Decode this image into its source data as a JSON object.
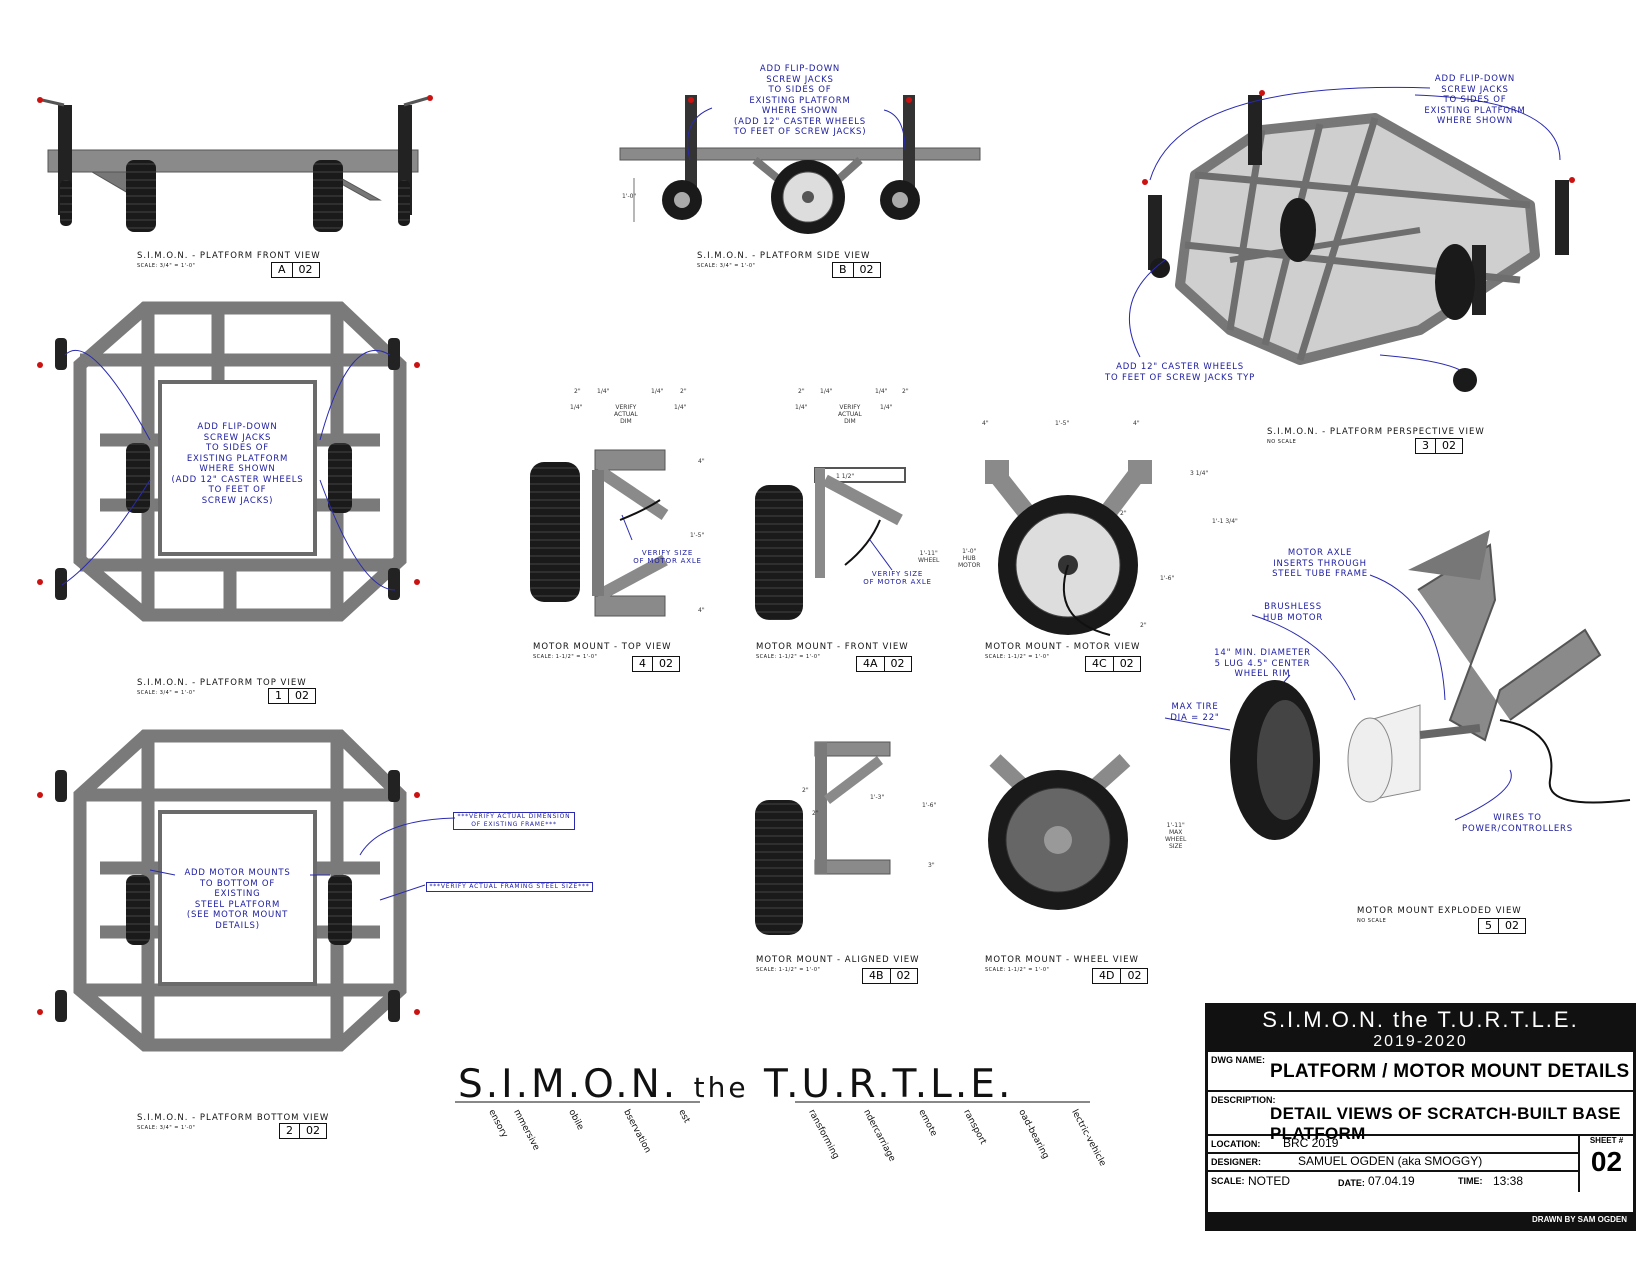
{
  "views": {
    "A": {
      "title": "S.I.M.O.N. - PLATFORM FRONT VIEW",
      "scale": "SCALE: 3/4\" = 1'-0\"",
      "ref": "A",
      "sheet": "02"
    },
    "B": {
      "title": "S.I.M.O.N. - PLATFORM SIDE VIEW",
      "scale": "SCALE: 3/4\" = 1'-0\"",
      "ref": "B",
      "sheet": "02"
    },
    "V3": {
      "title": "S.I.M.O.N. - PLATFORM PERSPECTIVE VIEW",
      "scale": "NO SCALE",
      "ref": "3",
      "sheet": "02"
    },
    "V1": {
      "title": "S.I.M.O.N. - PLATFORM TOP VIEW",
      "scale": "SCALE: 3/4\" = 1'-0\"",
      "ref": "1",
      "sheet": "02"
    },
    "V2": {
      "title": "S.I.M.O.N. - PLATFORM BOTTOM VIEW",
      "scale": "SCALE: 3/4\" = 1'-0\"",
      "ref": "2",
      "sheet": "02"
    },
    "V4": {
      "title": "MOTOR MOUNT - TOP VIEW",
      "scale": "SCALE: 1-1/2\" = 1'-0\"",
      "ref": "4",
      "sheet": "02"
    },
    "V4A": {
      "title": "MOTOR MOUNT - FRONT VIEW",
      "scale": "SCALE: 1-1/2\" = 1'-0\"",
      "ref": "4A",
      "sheet": "02"
    },
    "V4C": {
      "title": "MOTOR MOUNT - MOTOR VIEW",
      "scale": "SCALE: 1-1/2\" = 1'-0\"",
      "ref": "4C",
      "sheet": "02"
    },
    "V4B": {
      "title": "MOTOR MOUNT - ALIGNED VIEW",
      "scale": "SCALE: 1-1/2\" = 1'-0\"",
      "ref": "4B",
      "sheet": "02"
    },
    "V4D": {
      "title": "MOTOR MOUNT - WHEEL VIEW",
      "scale": "SCALE: 1-1/2\" = 1'-0\"",
      "ref": "4D",
      "sheet": "02"
    },
    "V5": {
      "title": "MOTOR MOUNT EXPLODED VIEW",
      "scale": "NO SCALE",
      "ref": "5",
      "sheet": "02"
    }
  },
  "notes": {
    "side_jacks": "ADD FLIP-DOWN\nSCREW JACKS\nTO SIDES OF\nEXISTING PLATFORM\nWHERE SHOWN\n(ADD 12\" CASTER WHEELS\nTO FEET OF SCREW JACKS)",
    "persp_jacks": "ADD FLIP-DOWN\nSCREW JACKS\nTO SIDES OF\nEXISTING PLATFORM\nWHERE SHOWN",
    "persp_caster": "ADD 12\" CASTER WHEELS\nTO FEET OF SCREW JACKS TYP",
    "top_jacks": "ADD FLIP-DOWN\nSCREW JACKS\nTO SIDES OF\nEXISTING PLATFORM\nWHERE SHOWN\n(ADD 12\" CASTER WHEELS\nTO FEET OF\nSCREW JACKS)",
    "bottom_mounts": "ADD MOTOR MOUNTS\nTO BOTTOM OF\nEXISTING\nSTEEL PLATFORM\n(SEE MOTOR MOUNT\nDETAILS)",
    "verify_dim": "***VERIFY ACTUAL DIMENSION\nOF EXISTING FRAME***",
    "verify_steel": "***VERIFY ACTUAL FRAMING STEEL SIZE***",
    "verify_axle_4": "VERIFY SIZE\nOF MOTOR AXLE",
    "verify_axle_4a": "VERIFY SIZE\nOF MOTOR AXLE",
    "axle": "MOTOR AXLE\nINSERTS THROUGH\nSTEEL TUBE FRAME",
    "hub": "BRUSHLESS\nHUB MOTOR",
    "rim": "14\" MIN. DIAMETER\n5 LUG 4.5\" CENTER\nWHEEL RIM",
    "tire": "MAX TIRE\nDIA = 22\"",
    "wires": "WIRES TO\nPOWER/CONTROLLERS"
  },
  "dims": {
    "b_height": "1'-0\"",
    "v4": [
      "2\"",
      "1/4\"",
      "1/4\"",
      "VERIFY\nACTUAL\nDIM",
      "1/4\"",
      "1/4\"",
      "2\"",
      "4\"",
      "1'-5\"",
      "4\""
    ],
    "v4a": [
      "2\"",
      "1/4\"",
      "1/4\"",
      "VERIFY\nACTUAL\nDIM",
      "1/4\"",
      "1/4\"",
      "2\"",
      "1 1/2\""
    ],
    "v4c": [
      "4\"",
      "1'-5\"",
      "4\"",
      "3 1/4\"",
      "1'-1 3/4\"",
      "1'-11\"\nWHEEL",
      "1'-0\"\nHUB\nMOTOR",
      "1'-6\"",
      "2\"",
      "2\""
    ],
    "v4b": [
      "2\"",
      "2\"",
      "1'-3\"",
      "1'-6\"",
      "3\""
    ],
    "v4d": [
      "1'-11\"\nMAX\nWHEEL\nSIZE"
    ]
  },
  "logo": {
    "simon": "S.I.M.O.N.",
    "the": "the",
    "turtle": "T.U.R.T.L.E.",
    "words": [
      "ensory",
      "mmersive",
      "obile",
      "bservation",
      "est",
      "ransforming",
      "ndercarriage",
      "emote",
      "ransport",
      "oad-bearing",
      "lectric-vehicle"
    ]
  },
  "title_block": {
    "project": "S.I.M.O.N. the T.U.R.T.L.E.",
    "years": "2019-2020",
    "dwg_name_label": "DWG NAME:",
    "dwg_name": "PLATFORM / MOTOR MOUNT DETAILS",
    "description_label": "DESCRIPTION:",
    "description": "DETAIL VIEWS OF SCRATCH-BUILT BASE PLATFORM",
    "location_label": "LOCATION:",
    "location": "BRC 2019",
    "designer_label": "DESIGNER:",
    "designer": "SAMUEL OGDEN (aka SMOGGY)",
    "scale_label": "SCALE:",
    "scale": "NOTED",
    "date_label": "DATE:",
    "date": "07.04.19",
    "time_label": "TIME:",
    "time": "13:38",
    "sheet_label": "SHEET #",
    "sheet": "02",
    "drawn_by": "DRAWN BY SAM OGDEN"
  },
  "colors": {
    "steel": "#8a8a8a",
    "steel_dark": "#5a5a5a",
    "tire": "#1a1a1a",
    "note": "#1a1aa0",
    "jack_top": "#cc1111"
  }
}
